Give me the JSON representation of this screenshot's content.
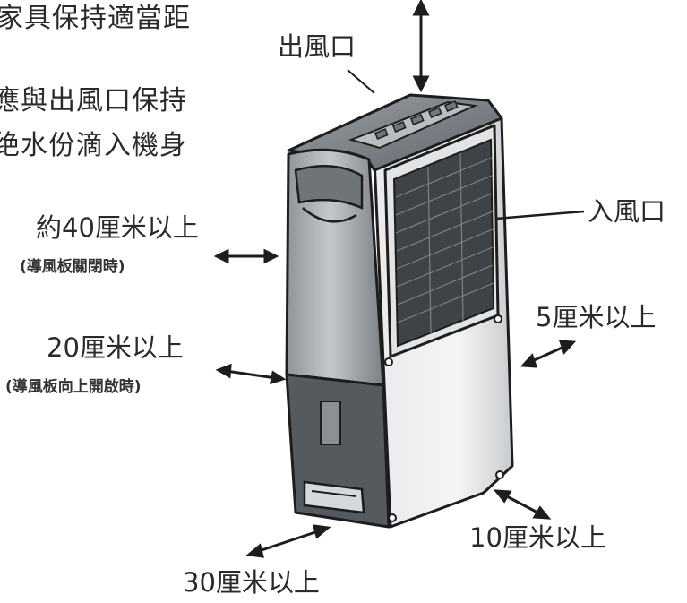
{
  "intro": {
    "line1": "家具保持適當距",
    "line2": "應與出風口保持",
    "line3": "绝水份滴入機身"
  },
  "labels": {
    "outlet": "出風口",
    "inlet": "入風口",
    "side_closed": "約40厘米以上",
    "side_closed_note": "(導風板關閉時)",
    "side_open": "20厘米以上",
    "side_open_note": "(導風板向上開啟時)",
    "right_side": "5厘米以上",
    "back": "10厘米以上",
    "front": "30厘米以上"
  },
  "colors": {
    "body_light": "#d9dcdd",
    "body_mid": "#a9aeb1",
    "body_dark": "#6b7075",
    "grille": "#3e4347",
    "outline": "#1d1d1d"
  }
}
